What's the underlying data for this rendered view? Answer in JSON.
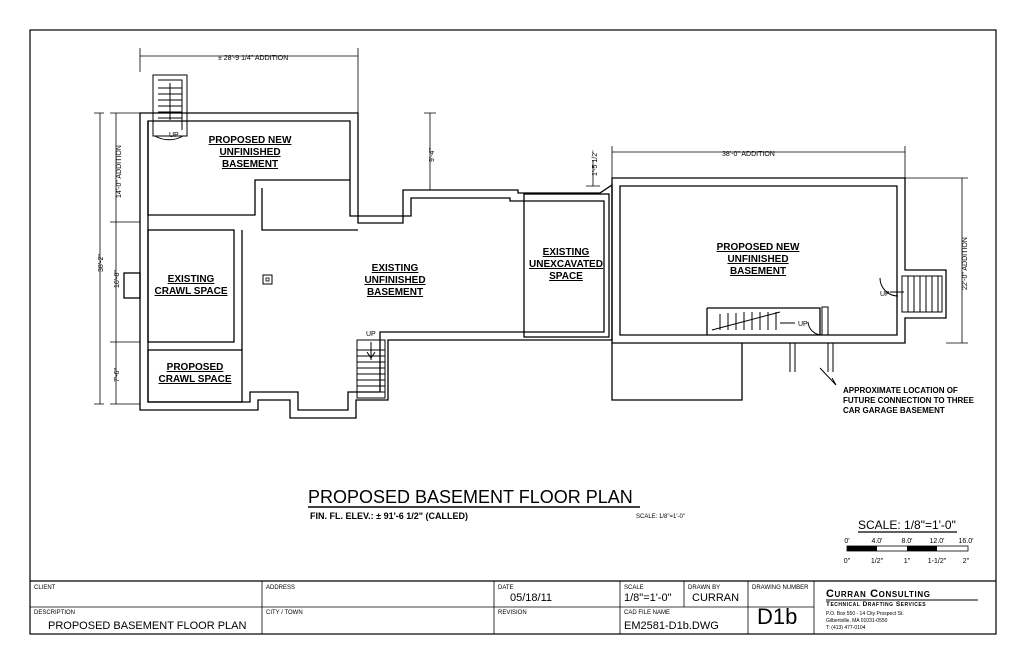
{
  "dimensions": {
    "top_addition": "± 28'-9 1/4\" ADDITION",
    "left_addition": "14'-0\" ADDITION",
    "overall_left": "38'-2\"",
    "left_mid": "16'-8\"",
    "left_bottom": "7'-6\"",
    "step_down": "9'-4\"",
    "small_offset": "1'-5 1/2\"",
    "right_addition": "38'-0\" ADDITION",
    "right_side": "22'-0\" ADDITION"
  },
  "rooms": {
    "new_unfinished_top": [
      "PROPOSED NEW",
      "UNFINISHED",
      "BASEMENT"
    ],
    "existing_crawl": [
      "EXISTING",
      "CRAWL SPACE"
    ],
    "proposed_crawl": [
      "PROPOSED",
      "CRAWL SPACE"
    ],
    "existing_unfinished": [
      "EXISTING",
      "UNFINISHED",
      "BASEMENT"
    ],
    "existing_unexcavated": [
      "EXISTING",
      "UNEXCAVATED",
      "SPACE"
    ],
    "new_unfinished_right": [
      "PROPOSED NEW",
      "UNFINISHED",
      "BASEMENT"
    ]
  },
  "stairs": {
    "up": "UP"
  },
  "note": [
    "APPROXIMATE LOCATION OF",
    "FUTURE CONNECTION TO THREE",
    "CAR GARAGE BASEMENT"
  ],
  "title": {
    "main": "PROPOSED BASEMENT FLOOR PLAN",
    "elevation": "FIN. FL. ELEV.: ± 91'-6 1/2\" (CALLED)",
    "scale_small": "SCALE: 1/8\"=1'-0\""
  },
  "scale_bar": {
    "title": "SCALE: 1/8\"=1'-0\"",
    "top_ticks": [
      "0'",
      "4.0'",
      "8.0'",
      "12.0'",
      "16.0'"
    ],
    "bottom_ticks": [
      "0\"",
      "1/2\"",
      "1\"",
      "1-1/2\"",
      "2\""
    ]
  },
  "title_block": {
    "client_label": "CLIENT",
    "address_label": "ADDRESS",
    "date_label": "DATE",
    "date_value": "05/18/11",
    "scale_label": "SCALE",
    "scale_value": "1/8\"=1'-0\"",
    "drawn_by_label": "DRAWN BY",
    "drawn_by_value": "CURRAN",
    "drawing_number_label": "DRAWING NUMBER",
    "drawing_number_value": "D1b",
    "description_label": "DESCRIPTION",
    "description_value": "PROPOSED BASEMENT FLOOR PLAN",
    "city_label": "CITY / TOWN",
    "revision_label": "REVISION",
    "cad_label": "CAD FILE NAME",
    "cad_value": "EM2581-D1b.DWG",
    "firm_name": "Curran Consulting",
    "firm_sub": "Technical Drafting Services",
    "firm_addr1": "P.O. Box 550 - 14 City Prospect St.",
    "firm_addr2": "Gilbertville, MA 01031-0550",
    "firm_phone": "T: (413) 477-0104"
  }
}
